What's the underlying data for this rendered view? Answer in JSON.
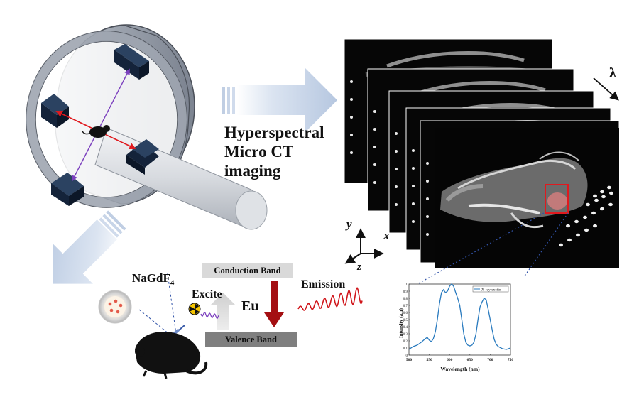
{
  "labels": {
    "imaging_line1": "Hyperspectral",
    "imaging_line2": "Micro CT",
    "imaging_line3": "imaging",
    "wavelength_symbol": "λ",
    "axis_y": "y",
    "axis_x": "x",
    "axis_z": "z",
    "nanoparticle_name": "NaGdF",
    "nanoparticle_subscript": "4",
    "excite": "Excite",
    "conduction_band": "Conduction Band",
    "valence_band": "Valence Band",
    "dopant": "Eu",
    "emission": "Emission"
  },
  "colors": {
    "big_arrow": "#c9d6ea",
    "ring_gray": "#a3a9b4",
    "detector": "#1b2d43",
    "red_beam": "#e0191e",
    "purple_beam": "#7b3fbe",
    "down_arrow": "#a40f13",
    "wave": "#d0161b",
    "spectrum_line": "#2a7bbf",
    "roi_box": "#e0191e",
    "leader_dots": "#3153a8"
  },
  "chart_data": {
    "type": "line",
    "xlabel": "Wavelength (nm)",
    "ylabel": "Intensity (a.u)",
    "xlim": [
      500,
      750
    ],
    "ylim": [
      0,
      1
    ],
    "x_ticks": [
      "500",
      "550",
      "600",
      "650",
      "700",
      "750"
    ],
    "y_ticks": [
      "0",
      "0.1",
      "0.2",
      "0.3",
      "0.4",
      "0.5",
      "0.6",
      "0.7",
      "0.8",
      "0.9",
      "1"
    ],
    "series": [
      {
        "name": "X-ray excite",
        "x": [
          500,
          510,
          520,
          530,
          540,
          545,
          550,
          555,
          560,
          565,
          570,
          575,
          580,
          585,
          590,
          595,
          600,
          605,
          610,
          615,
          620,
          625,
          630,
          635,
          640,
          645,
          650,
          655,
          660,
          665,
          670,
          675,
          680,
          685,
          690,
          695,
          700,
          705,
          710,
          715,
          720,
          730,
          740,
          750
        ],
        "values": [
          0.08,
          0.12,
          0.14,
          0.18,
          0.23,
          0.25,
          0.21,
          0.19,
          0.23,
          0.33,
          0.5,
          0.72,
          0.88,
          0.92,
          0.88,
          0.9,
          0.97,
          1.0,
          0.97,
          0.88,
          0.8,
          0.7,
          0.5,
          0.3,
          0.18,
          0.14,
          0.13,
          0.14,
          0.18,
          0.3,
          0.5,
          0.68,
          0.75,
          0.8,
          0.78,
          0.65,
          0.5,
          0.35,
          0.22,
          0.15,
          0.12,
          0.09,
          0.08,
          0.1
        ]
      }
    ]
  }
}
